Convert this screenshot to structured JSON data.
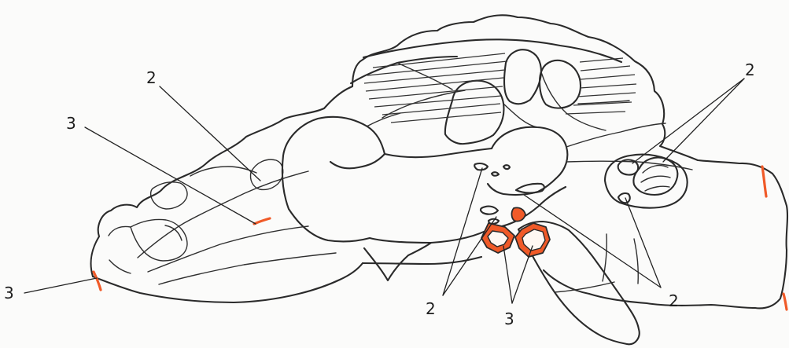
{
  "labels": {
    "upper_left_2": "2",
    "upper_left_3": "3",
    "bottom_left_3": "3",
    "bottom_center_2": "2",
    "bottom_center_3": "3",
    "bottom_right_2": "2",
    "top_right_2": "2"
  },
  "colors": {
    "line": "#2a2a2a",
    "highlight": "#f05a28",
    "background": "#fbfbfa"
  }
}
